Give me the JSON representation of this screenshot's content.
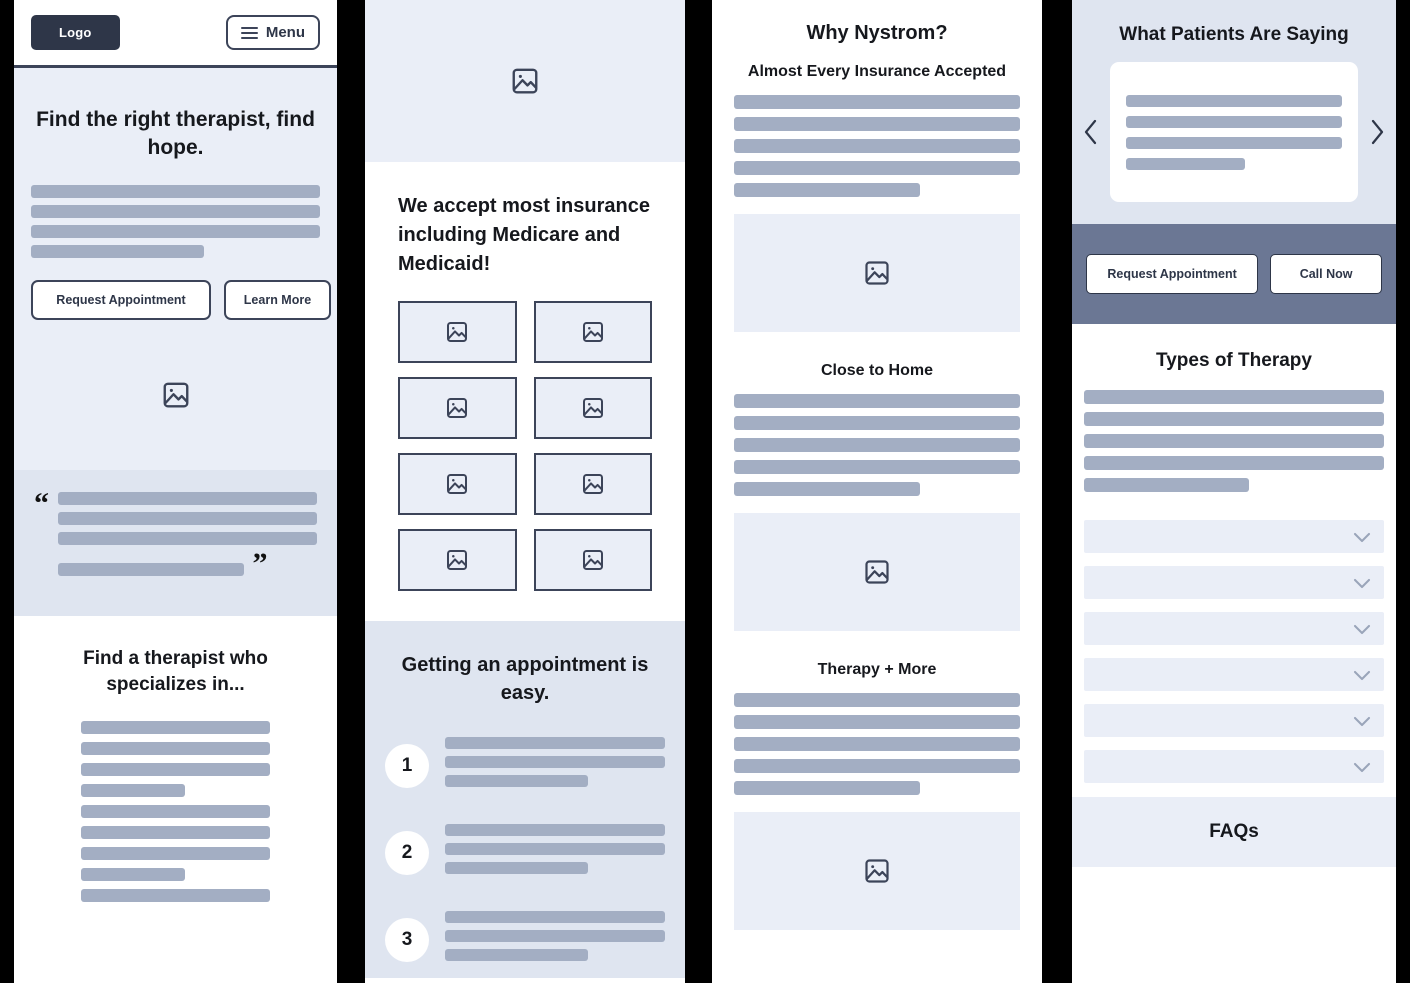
{
  "meta": {
    "colors": {
      "ink": "#2e3648",
      "skeleton": "#a3aec3",
      "tint_light": "#eaeef7",
      "tint_mid": "#dfe5f0",
      "cta_band": "#6b7794",
      "page_bg": "#000000",
      "card_bg": "#ffffff"
    }
  },
  "panel1": {
    "header": {
      "logo_label": "Logo",
      "menu_label": "Menu",
      "menu_icon": "hamburger-icon"
    },
    "hero": {
      "heading": "Find the right therapist, find hope.",
      "body_bars": [
        "w100",
        "w100",
        "w100",
        "w60"
      ],
      "primary_button": "Request Appointment",
      "secondary_button": "Learn More",
      "image_icon": "image-placeholder-icon"
    },
    "quote": {
      "open_mark": "“",
      "close_mark": "”",
      "lines": [
        "w100",
        "w100",
        "w100",
        "w70"
      ]
    },
    "specializes": {
      "heading": "Find a therapist who specializes in...",
      "items": [
        "w100",
        "w100",
        "w100",
        "w55",
        "w100",
        "w100",
        "w100",
        "w55",
        "w100"
      ]
    }
  },
  "panel2": {
    "hero_image_icon": "image-placeholder-icon",
    "insurance": {
      "heading": "We accept most insurance including Medicare and Medicaid!",
      "logo_cells": [
        "insurance-logo-1",
        "insurance-logo-2",
        "insurance-logo-3",
        "insurance-logo-4",
        "insurance-logo-5",
        "insurance-logo-6",
        "insurance-logo-7",
        "insurance-logo-8"
      ]
    },
    "steps_section": {
      "heading": "Getting an appointment is easy.",
      "steps": [
        {
          "number": "1",
          "lines": [
            "w100",
            "w100",
            "w65"
          ]
        },
        {
          "number": "2",
          "lines": [
            "w100",
            "w100",
            "w65"
          ]
        },
        {
          "number": "3",
          "lines": [
            "w100",
            "w100",
            "w65"
          ]
        }
      ]
    }
  },
  "panel3": {
    "title": "Why Nystrom?",
    "sections": [
      {
        "heading": "Almost Every Insurance Accepted",
        "lines": [
          "w100",
          "w100",
          "w100",
          "w100",
          "w65"
        ],
        "image_icon": "image-placeholder-icon"
      },
      {
        "heading": "Close to Home",
        "lines": [
          "w100",
          "w100",
          "w100",
          "w100",
          "w65"
        ],
        "image_icon": "image-placeholder-icon"
      },
      {
        "heading": "Therapy + More",
        "lines": [
          "w100",
          "w100",
          "w100",
          "w100",
          "w65"
        ],
        "image_icon": "image-placeholder-icon"
      }
    ]
  },
  "panel4": {
    "testimonials": {
      "heading": "What Patients Are Saying",
      "prev_icon": "chevron-left-icon",
      "next_icon": "chevron-right-icon",
      "card_lines": [
        "w100",
        "w100",
        "w100",
        "w55"
      ]
    },
    "cta": {
      "primary_button": "Request Appointment",
      "secondary_button": "Call Now"
    },
    "types_of_therapy": {
      "heading": "Types of Therapy",
      "lines": [
        "w100",
        "w100",
        "w100",
        "w100",
        "w55"
      ],
      "accordion_rows": [
        {
          "chevron": "chevron-down-icon"
        },
        {
          "chevron": "chevron-down-icon"
        },
        {
          "chevron": "chevron-down-icon"
        },
        {
          "chevron": "chevron-down-icon"
        },
        {
          "chevron": "chevron-down-icon"
        },
        {
          "chevron": "chevron-down-icon"
        }
      ]
    },
    "faqs": {
      "heading": "FAQs"
    }
  }
}
